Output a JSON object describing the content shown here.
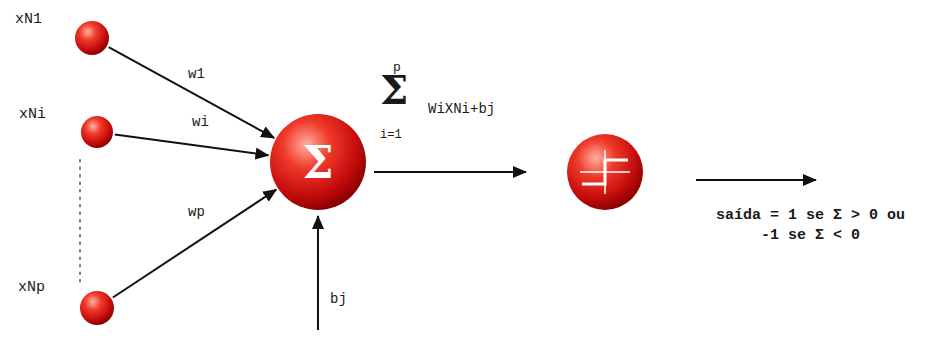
{
  "diagram": {
    "nodes": [
      {
        "text": [
          "xN1"
        ]
      },
      {
        "text": [
          "xNi"
        ]
      },
      {
        "text": [
          "xNp"
        ]
      },
      {
        "text": [
          "Σ"
        ]
      }
    ],
    "edges": [
      {
        "from": 0,
        "to": 3,
        "arrow": "to",
        "label": "w1"
      },
      {
        "from": 1,
        "to": 3,
        "arrow": "to",
        "label": "wi"
      },
      {
        "from": 2,
        "to": 3,
        "arrow": "to",
        "label": "wp"
      }
    ],
    "labels": [
      "p",
      "Σ",
      "i=1",
      "WiXNi+bj",
      "bj",
      "saída = 1 se Σ > 0 ou -1 se Σ < 0"
    ]
  }
}
